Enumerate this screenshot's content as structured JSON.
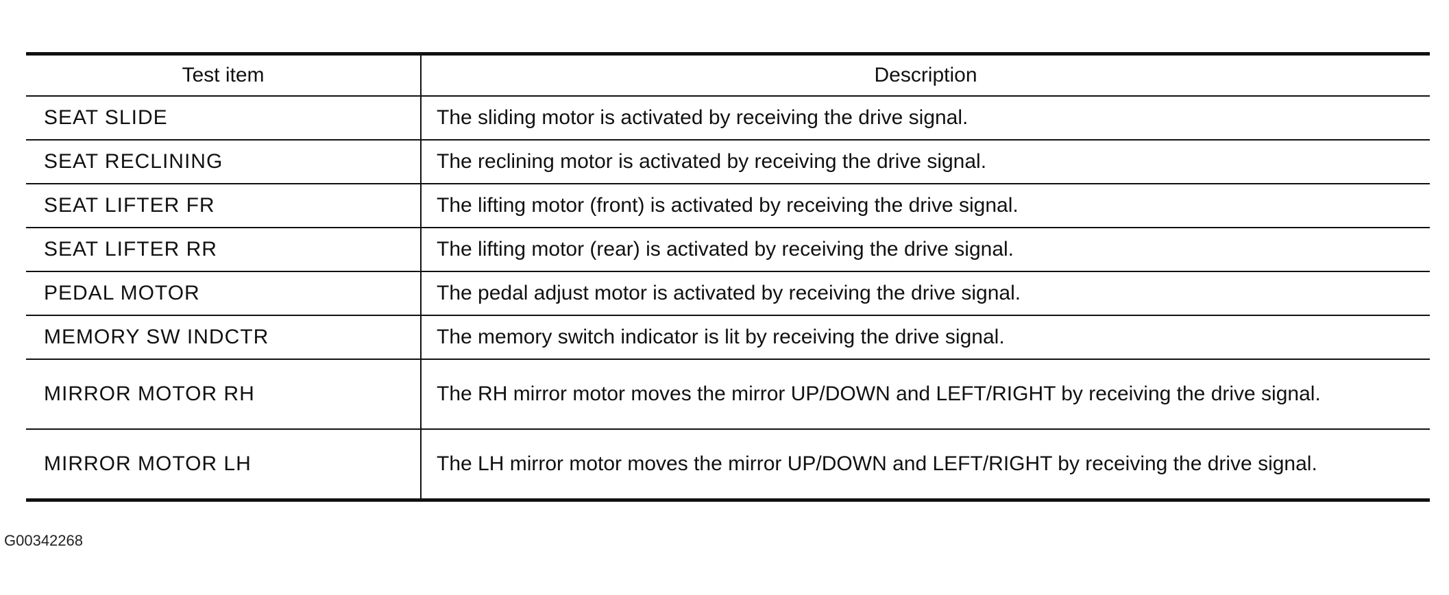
{
  "table": {
    "headers": [
      "Test item",
      "Description"
    ],
    "rows": [
      {
        "item": "SEAT  SLIDE",
        "description": "The sliding motor is activated by receiving the drive signal."
      },
      {
        "item": "SEAT  RECLINING",
        "description": "The reclining motor is activated by receiving the drive signal."
      },
      {
        "item": "SEAT  LIFTER  FR",
        "description": "The lifting motor (front) is activated by receiving the drive signal."
      },
      {
        "item": "SEAT  LIFTER  RR",
        "description": "The lifting motor (rear) is activated by receiving the drive signal."
      },
      {
        "item": "PEDAL MOTOR",
        "description": "The pedal adjust motor is activated by receiving the drive signal."
      },
      {
        "item": "MEMORY  SW  INDCTR",
        "description": "The memory switch indicator is lit by receiving the drive signal."
      },
      {
        "item": "MIRROR  MOTOR  RH",
        "description": "The RH mirror motor moves the mirror UP/DOWN and LEFT/RIGHT by receiving the drive signal."
      },
      {
        "item": "MIRROR  MOTOR  LH",
        "description": "The LH mirror motor moves the mirror UP/DOWN and LEFT/RIGHT by receiving the drive signal."
      }
    ]
  },
  "figure_id": "G00342268"
}
